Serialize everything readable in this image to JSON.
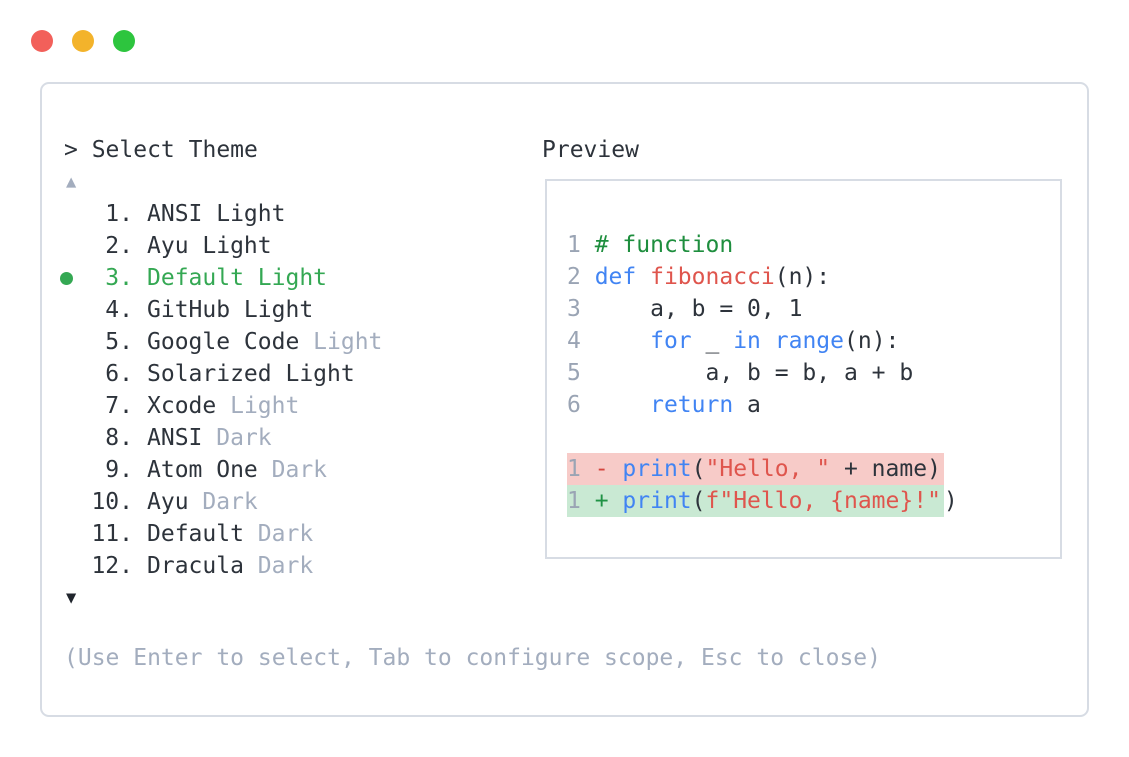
{
  "window": {
    "controls": [
      {
        "name": "close-button",
        "color_key": "traffic_red"
      },
      {
        "name": "minimize-button",
        "color_key": "traffic_yellow"
      },
      {
        "name": "zoom-button",
        "color_key": "traffic_green"
      }
    ]
  },
  "prompt": {
    "text": "> Select Theme"
  },
  "scroll": {
    "up": "▲",
    "down": "▼"
  },
  "theme_list": {
    "items": [
      {
        "number": "1.",
        "name": "ANSI Light",
        "muted_suffix": "",
        "selected": false
      },
      {
        "number": "2.",
        "name": "Ayu Light",
        "muted_suffix": "",
        "selected": false
      },
      {
        "number": "3.",
        "name": "Default Light",
        "muted_suffix": "",
        "selected": true
      },
      {
        "number": "4.",
        "name": "GitHub Light",
        "muted_suffix": "",
        "selected": false
      },
      {
        "number": "5.",
        "name": "Google Code",
        "muted_suffix": "Light",
        "selected": false
      },
      {
        "number": "6.",
        "name": "Solarized Light",
        "muted_suffix": "",
        "selected": false
      },
      {
        "number": "7.",
        "name": "Xcode",
        "muted_suffix": "Light",
        "selected": false
      },
      {
        "number": "8.",
        "name": "ANSI",
        "muted_suffix": "Dark",
        "selected": false
      },
      {
        "number": "9.",
        "name": "Atom One",
        "muted_suffix": "Dark",
        "selected": false
      },
      {
        "number": "10.",
        "name": "Ayu",
        "muted_suffix": "Dark",
        "selected": false
      },
      {
        "number": "11.",
        "name": "Default",
        "muted_suffix": "Dark",
        "selected": false
      },
      {
        "number": "12.",
        "name": "Dracula",
        "muted_suffix": "Dark",
        "selected": false
      }
    ]
  },
  "preview": {
    "title": "Preview",
    "code_lines": [
      {
        "ln": "1",
        "tokens": [
          {
            "c": "com",
            "t": "# function"
          }
        ]
      },
      {
        "ln": "2",
        "tokens": [
          {
            "c": "kw",
            "t": "def"
          },
          {
            "c": "t",
            "t": " "
          },
          {
            "c": "fn",
            "t": "fibonacci"
          },
          {
            "c": "t",
            "t": "(n):"
          }
        ]
      },
      {
        "ln": "3",
        "tokens": [
          {
            "c": "t",
            "t": "    a, b = 0, 1"
          }
        ]
      },
      {
        "ln": "4",
        "tokens": [
          {
            "c": "t",
            "t": "    "
          },
          {
            "c": "kw",
            "t": "for"
          },
          {
            "c": "t",
            "t": " _ "
          },
          {
            "c": "kw",
            "t": "in"
          },
          {
            "c": "t",
            "t": " "
          },
          {
            "c": "kw",
            "t": "range"
          },
          {
            "c": "t",
            "t": "(n):"
          }
        ]
      },
      {
        "ln": "5",
        "tokens": [
          {
            "c": "t",
            "t": "        a, b = b, a + b"
          }
        ]
      },
      {
        "ln": "6",
        "tokens": [
          {
            "c": "t",
            "t": "    "
          },
          {
            "c": "kw",
            "t": "return"
          },
          {
            "c": "t",
            "t": " a"
          }
        ]
      },
      {
        "blank": true
      },
      {
        "ln": "1",
        "bg": "removed",
        "tokens": [
          {
            "c": "minus",
            "t": "- "
          },
          {
            "c": "kw",
            "t": "print"
          },
          {
            "c": "t",
            "t": "("
          },
          {
            "c": "str",
            "t": "\"Hello, \""
          },
          {
            "c": "t",
            "t": " + name)"
          }
        ]
      },
      {
        "ln": "1",
        "bg": "added",
        "tokens": [
          {
            "c": "plus",
            "t": "+ "
          },
          {
            "c": "kw",
            "t": "print"
          },
          {
            "c": "t",
            "t": "("
          },
          {
            "c": "str",
            "t": "f\"Hello, {name}!\""
          }
        ],
        "after": [
          {
            "c": "t",
            "t": ")"
          }
        ]
      }
    ]
  },
  "help": {
    "text": "(Use Enter to select, Tab to configure scope, Esc to close)"
  },
  "colors": {
    "traffic_red": "#f2605a",
    "traffic_yellow": "#f3b32b",
    "traffic_green": "#2dc53e",
    "border": "#d7dce4",
    "text": "#2d333b",
    "muted": "#a3adbe",
    "arrow_down": "#20252d",
    "selection_green": "#34a853",
    "line_number": "#9aa4b4",
    "keyword_blue": "#4184f3",
    "function_red": "#df554d",
    "string_red": "#df554d",
    "comment_green": "#1e8e3e",
    "minus_red": "#d5463e",
    "plus_green": "#1f9245",
    "diff_removed_bg": "#f7cbc8",
    "diff_added_bg": "#c9e9d3"
  }
}
